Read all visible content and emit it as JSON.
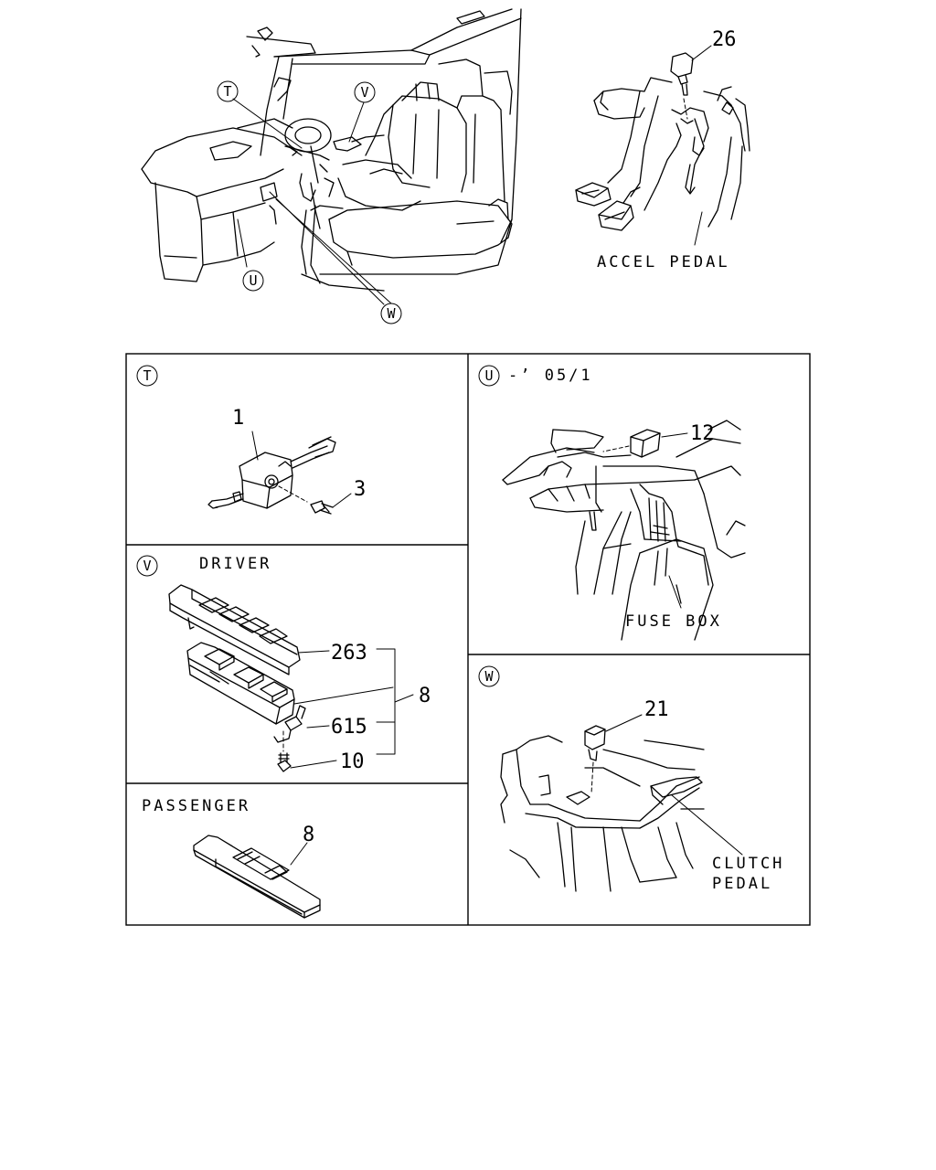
{
  "callouts": {
    "t": "T",
    "u": "U",
    "v": "V",
    "w": "W"
  },
  "overview": {
    "part_26": "26",
    "accel_pedal": "ACCEL PEDAL"
  },
  "panel_t": {
    "part_1": "1",
    "part_3": "3"
  },
  "panel_u": {
    "range": "-’ 05/1",
    "part_12": "12",
    "fuse_box": "FUSE BOX"
  },
  "panel_v": {
    "title": "DRIVER",
    "part_263": "263",
    "part_8": "8",
    "part_615": "615",
    "part_10": "10"
  },
  "panel_passenger": {
    "title": "PASSENGER",
    "part_8": "8"
  },
  "panel_w": {
    "part_21": "21",
    "clutch_line1": "CLUTCH",
    "clutch_line2": "PEDAL"
  }
}
